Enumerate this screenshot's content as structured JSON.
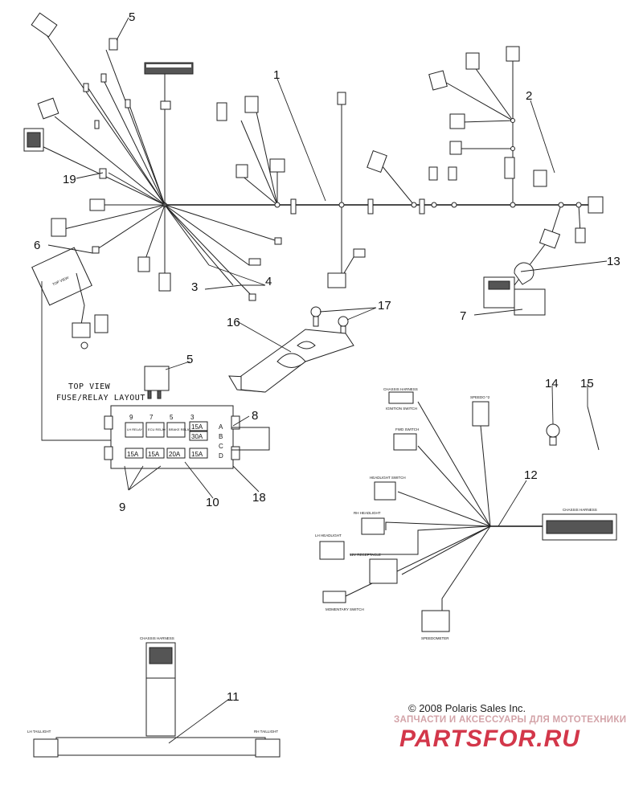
{
  "diagram": {
    "callouts": {
      "c1": "1",
      "c2": "2",
      "c3": "3",
      "c4": "4",
      "c5a": "5",
      "c5b": "5",
      "c6": "6",
      "c7": "7",
      "c8": "8",
      "c9": "9",
      "c10": "10",
      "c11": "11",
      "c12": "12",
      "c13": "13",
      "c14": "14",
      "c15": "15",
      "c16": "16",
      "c17": "17",
      "c18": "18",
      "c19": "19"
    },
    "top_view_label": "TOP VIEW",
    "layout_title_line1": "TOP VIEW",
    "layout_title_line2": "FUSE/RELAY LAYOUT",
    "fuse_box": {
      "positions_top": [
        "9",
        "7",
        "5",
        "3"
      ],
      "row_letters": [
        "A",
        "B",
        "C",
        "D"
      ],
      "fuse_ratings": [
        "15A",
        "30A",
        "15A",
        "15A",
        "20A",
        "15A"
      ],
      "relay_labels": [
        "LH RELAY",
        "ECU RELAY",
        "BRAKE RELAY"
      ]
    },
    "connector_labels": {
      "chassis_harness_top": "CHASSIS HARNESS",
      "chassis_harness_right": "CHASSIS HARNESS",
      "ignition_switch": "IGNITION SWITCH",
      "speedo": "SPEEDO *2",
      "fwd_switch": "FWD SWITCH",
      "headlight_switch": "HEADLIGHT SWITCH",
      "rh_headlight": "RH HEADLIGHT",
      "lh_headlight": "LH HEADLIGHT",
      "receptacle_12v": "12V RECEPTACLE",
      "momentary_switch": "MOMENTARY SWITCH",
      "speedometer": "SPEEDOMETER",
      "lh_taillight": "LH TAILLIGHT",
      "rh_taillight": "RH TAILLIGHT"
    }
  },
  "footer": {
    "copyright": "© 2008 Polaris Sales Inc.",
    "shop_tagline": "ЗАПЧАСТИ И АКСЕССУАРЫ ДЛЯ МОТОТЕХНИКИ",
    "logo_text": "PARTSFOR.RU"
  }
}
